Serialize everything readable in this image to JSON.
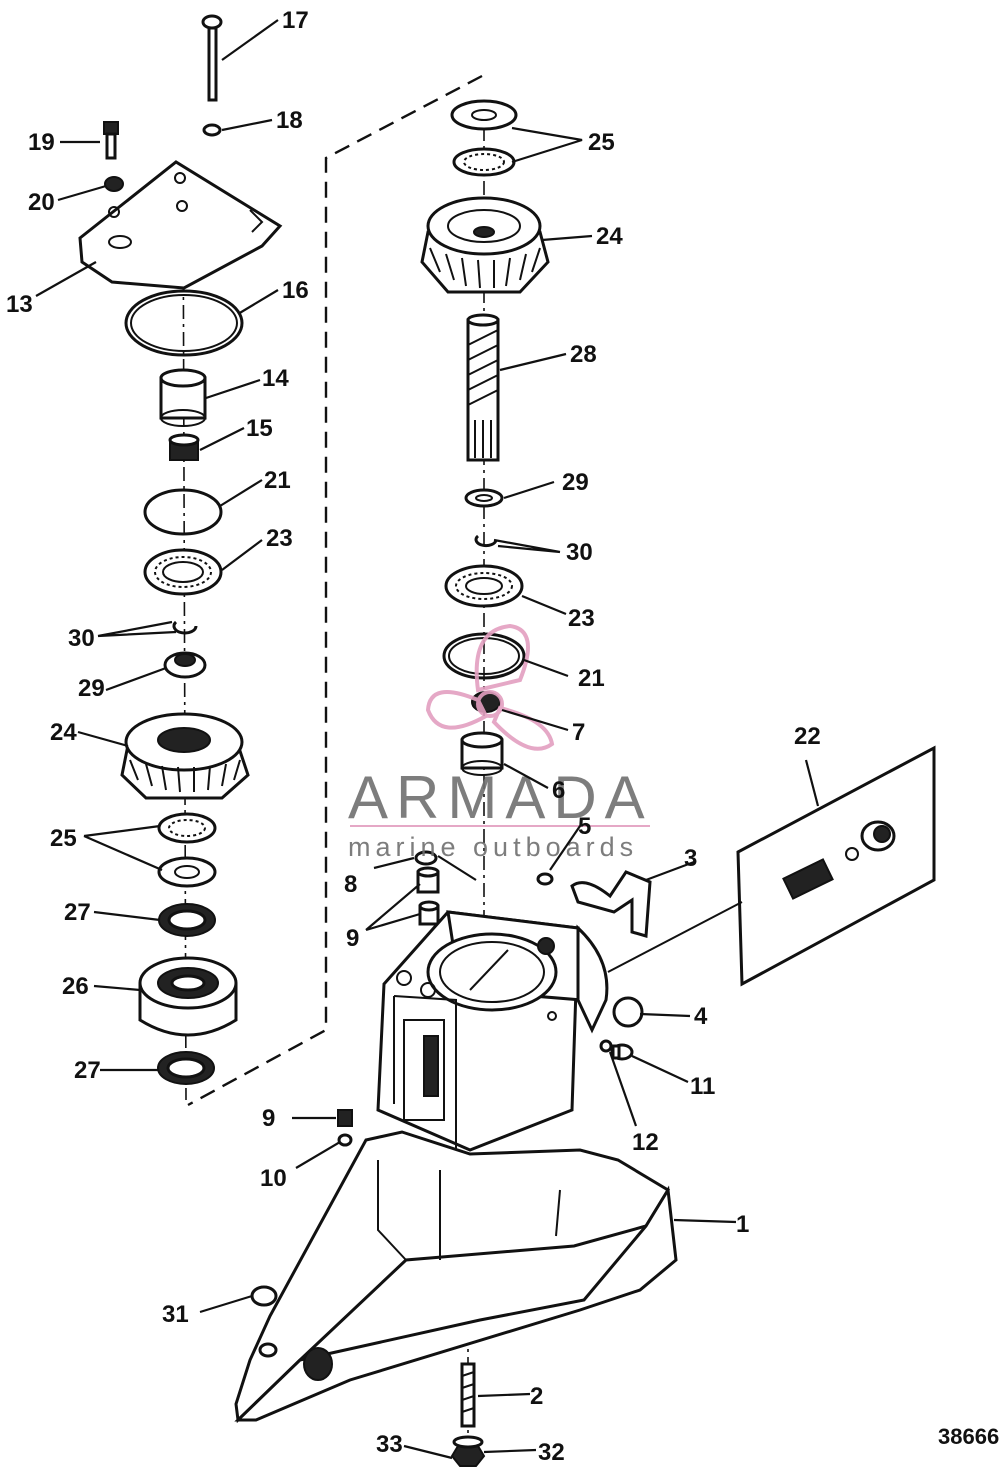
{
  "figure_number": "38666",
  "watermark": {
    "brand": "ARMADA",
    "tagline": "marine outboards",
    "accent_color": "#e39fc0",
    "text_color": "#6f6f6f"
  },
  "callouts": {
    "c1": "1",
    "c2": "2",
    "c3": "3",
    "c4": "4",
    "c5": "5",
    "c6": "6",
    "c7": "7",
    "c8": "8",
    "c9a": "9",
    "c9b": "9",
    "c10": "10",
    "c11": "11",
    "c12": "12",
    "c13": "13",
    "c14": "14",
    "c15": "15",
    "c16": "16",
    "c17": "17",
    "c18": "18",
    "c19": "19",
    "c20": "20",
    "c21a": "21",
    "c21b": "21",
    "c22": "22",
    "c23a": "23",
    "c23b": "23",
    "c24a": "24",
    "c24b": "24",
    "c25a": "25",
    "c25b": "25",
    "c26": "26",
    "c27a": "27",
    "c27b": "27",
    "c28": "28",
    "c29a": "29",
    "c29b": "29",
    "c30a": "30",
    "c30b": "30",
    "c31": "31",
    "c32": "32",
    "c33": "33"
  }
}
